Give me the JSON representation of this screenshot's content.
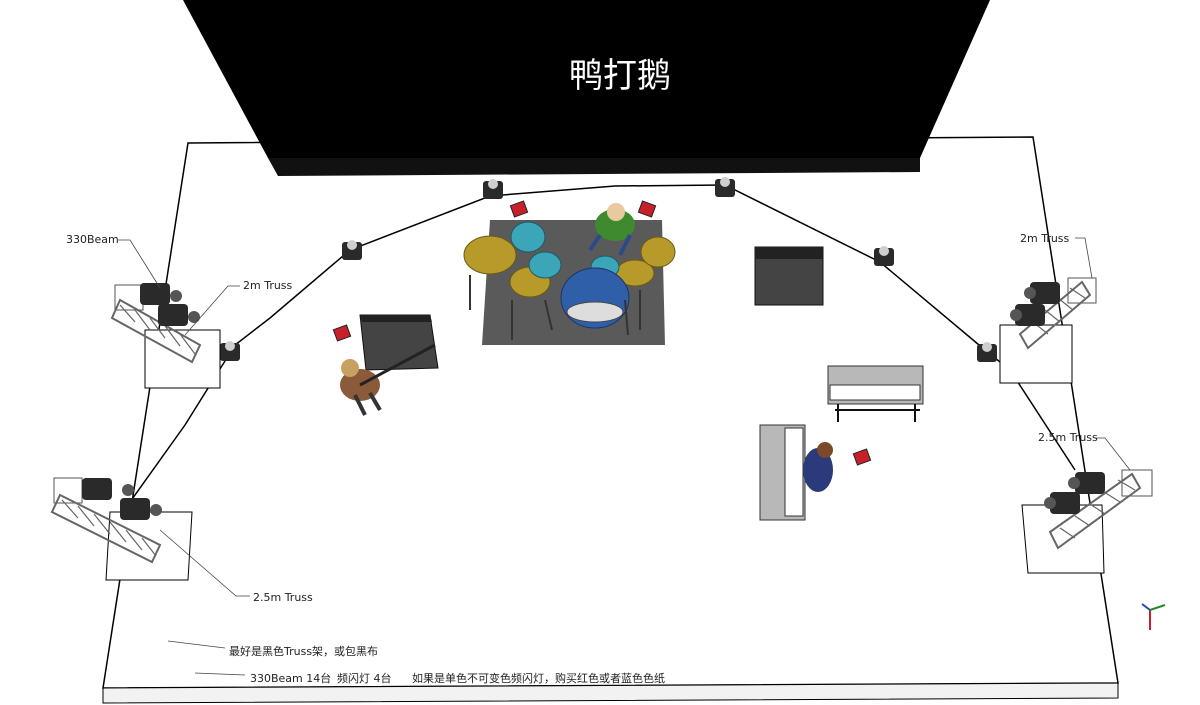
{
  "screen": {
    "title": "鸭打鹅"
  },
  "labels": {
    "beam_left": "330Beam",
    "truss_left_top": "2m Truss",
    "truss_left_bottom": "2.5m Truss",
    "truss_right_top": "2m Truss",
    "truss_right_bottom": "2.5m Truss"
  },
  "notes": {
    "note1": "最好是黑色Truss架，或包黑布",
    "note2_a": "330Beam 14台",
    "note2_b": "频闪灯 4台",
    "note2_c": "如果是单色不可变色频闪灯，购买红色或者蓝色色纸"
  },
  "colors": {
    "screen": "#000000",
    "stage_floor": "#ffffff",
    "drum_riser": "#5a5a5a",
    "cymbal": "#b89a2a",
    "drum_shell": "#2f5fa8",
    "tom": "#3aa6b8",
    "truss": "#777777",
    "moving_head": "#2a2a2a",
    "guitarist_shirt": "#8a5a3a",
    "drummer_shirt": "#3f8a2f"
  }
}
